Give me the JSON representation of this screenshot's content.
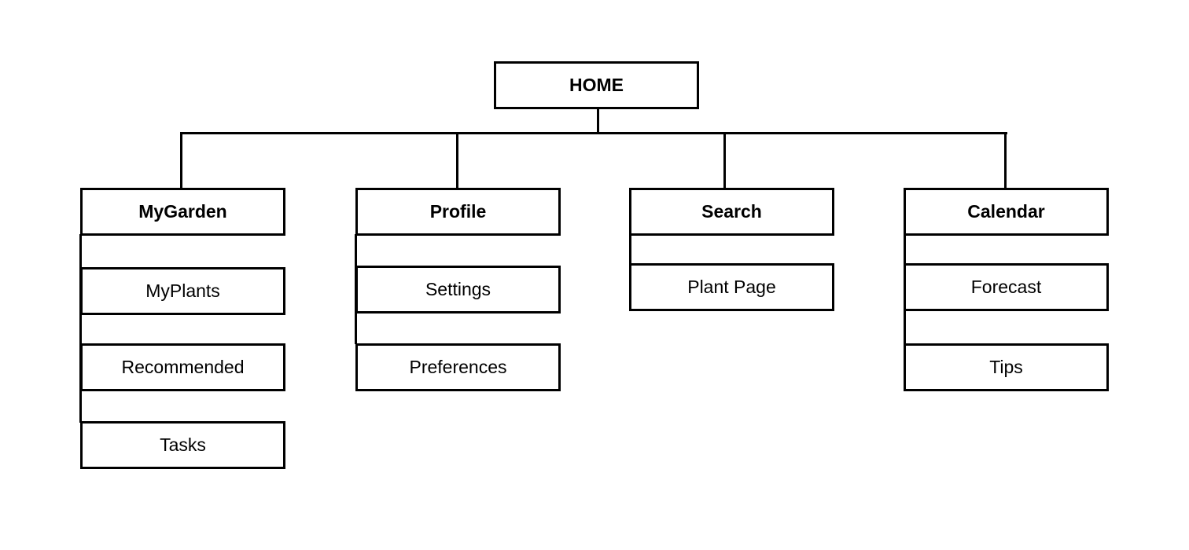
{
  "sitemap": {
    "root": {
      "label": "HOME"
    },
    "sections": [
      {
        "label": "MyGarden",
        "children": [
          "MyPlants",
          "Recommended",
          "Tasks"
        ]
      },
      {
        "label": "Profile",
        "children": [
          "Settings",
          "Preferences"
        ]
      },
      {
        "label": "Search",
        "children": [
          "Plant Page"
        ]
      },
      {
        "label": "Calendar",
        "children": [
          "Forecast",
          "Tips"
        ]
      }
    ]
  },
  "colors": {
    "stroke": "#000000",
    "background": "#ffffff",
    "text": "#000000"
  }
}
